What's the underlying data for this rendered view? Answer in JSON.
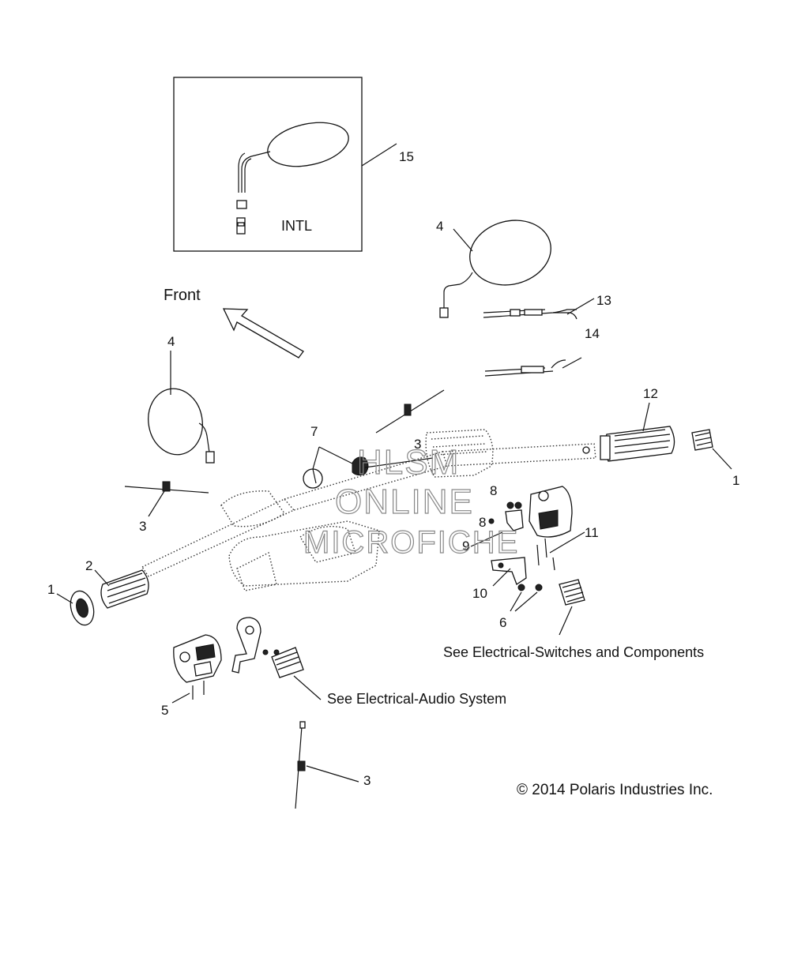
{
  "inset": {
    "label": "INTL",
    "callout": "15"
  },
  "front_label": "Front",
  "callouts": {
    "c1_right": "1",
    "c1_left": "1",
    "c2": "2",
    "c3_top": "3",
    "c3_left": "3",
    "c3_bottom": "3",
    "c4_top": "4",
    "c4_left": "4",
    "c5": "5",
    "c6": "6",
    "c7": "7",
    "c8_a": "8",
    "c8_b": "8",
    "c9": "9",
    "c10": "10",
    "c11": "11",
    "c12": "12",
    "c13": "13",
    "c14": "14"
  },
  "notes": {
    "switches": "See Electrical-Switches and Components",
    "audio": "See Electrical-Audio System"
  },
  "watermark": {
    "line1": "HLSM",
    "line2": "ONLINE",
    "line3": "MICROFICHE"
  },
  "copyright": "© 2014 Polaris Industries Inc."
}
